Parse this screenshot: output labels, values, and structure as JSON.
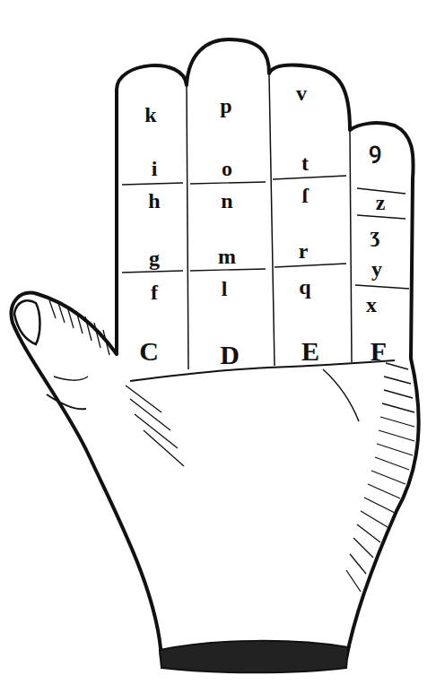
{
  "diagram": {
    "labels": [
      "k",
      "i",
      "h",
      "g",
      "f",
      "C",
      "p",
      "o",
      "n",
      "m",
      "l",
      "D",
      "v",
      "t",
      "ſ",
      "r",
      "q",
      "E",
      "ꝯ",
      "z",
      "ʒ",
      "y",
      "x",
      "F"
    ]
  }
}
